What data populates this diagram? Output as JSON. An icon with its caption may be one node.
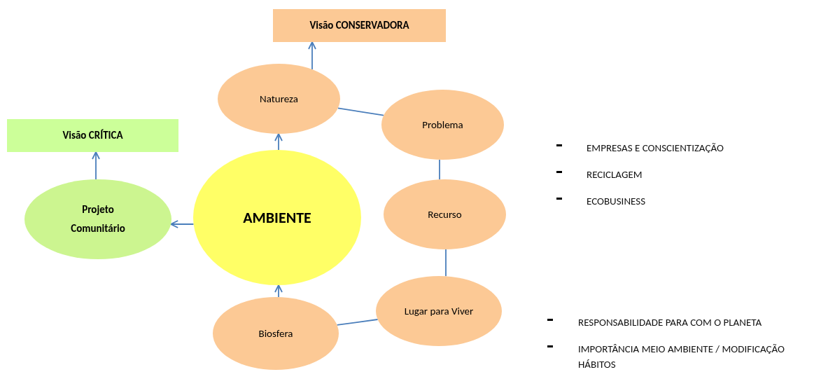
{
  "diagram": {
    "nodes": [
      {
        "text": [
          "Visão CONSERVADORA"
        ]
      },
      {
        "text": [
          "Visão CRÍTICA"
        ]
      },
      {
        "text": [
          "Natureza"
        ]
      },
      {
        "text": [
          "Problema"
        ]
      },
      {
        "text": [
          "Projeto Comunitário"
        ]
      },
      {
        "text": [
          "AMBIENTE"
        ]
      },
      {
        "text": [
          "Recurso"
        ]
      },
      {
        "text": [
          "Lugar para Viver"
        ]
      },
      {
        "text": [
          "Biosfera"
        ]
      }
    ],
    "edges": [
      {
        "from": 2,
        "to": 0,
        "arrow": "to"
      },
      {
        "from": 2,
        "to": 3,
        "arrow": "none"
      },
      {
        "from": 5,
        "to": 2,
        "arrow": "to"
      },
      {
        "from": 3,
        "to": 6,
        "arrow": "none"
      },
      {
        "from": 5,
        "to": 4,
        "arrow": "to"
      },
      {
        "from": 4,
        "to": 1,
        "arrow": "to"
      },
      {
        "from": 6,
        "to": 7,
        "arrow": "none"
      },
      {
        "from": 8,
        "to": 5,
        "arrow": "to"
      },
      {
        "from": 7,
        "to": 8,
        "arrow": "none"
      }
    ],
    "labels": [
      "EMPRESAS E CONSCIENTIZAÇÃO",
      "RECICLAGEM",
      "ECOBUSINESS",
      "RESPONSABILIDADE PARA COM O PLANETA",
      "IMPORTÂNCIA MEIO AMBIENTE / MODIFICAÇÃO HÁBITOS"
    ]
  }
}
